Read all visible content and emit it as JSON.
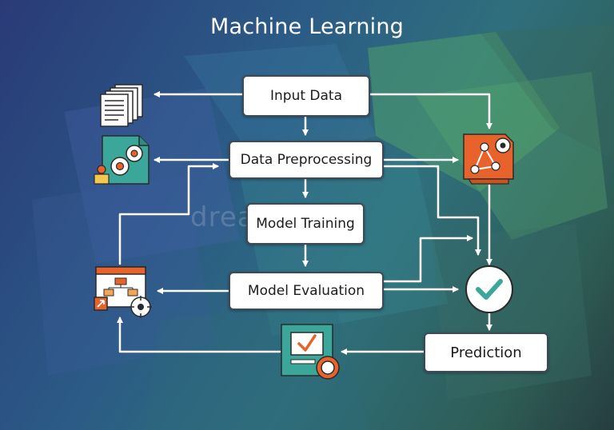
{
  "title": "Machine Learning",
  "nodes": {
    "input_data": "Input Data",
    "data_preprocessing": "Data Preprocessing",
    "model_training": "Model Training",
    "model_evaluation": "Model Evaluation",
    "prediction": "Prediction"
  },
  "icons": [
    "documents-icon",
    "gears-settings-icon",
    "network-gears-icon",
    "flowchart-monitor-icon",
    "checkmark-circle-icon",
    "monitor-check-icon"
  ],
  "colors": {
    "accent_orange": "#e8632b",
    "accent_teal": "#3aa79a",
    "arrow": "#ffffff"
  }
}
